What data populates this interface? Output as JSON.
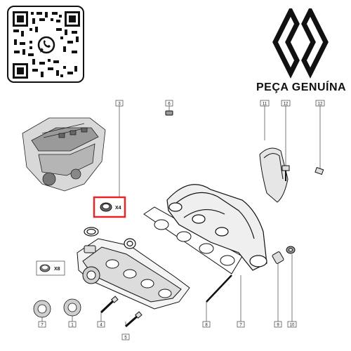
{
  "brand": {
    "caption": "PEÇA GENUÍNA"
  },
  "qr": {
    "center_icon": "whatsapp-icon"
  },
  "callouts": {
    "top": [
      "3",
      "6",
      "11",
      "12",
      "12"
    ],
    "bottom": [
      "7",
      "1",
      "4",
      "5",
      "8",
      "7",
      "9",
      "10"
    ]
  },
  "quantities": {
    "gasket_kit": "X4",
    "washer_kit": "X8"
  },
  "colors": {
    "highlight": "#e3262b",
    "ink": "#111111",
    "whatsapp_badge": "#111111"
  }
}
